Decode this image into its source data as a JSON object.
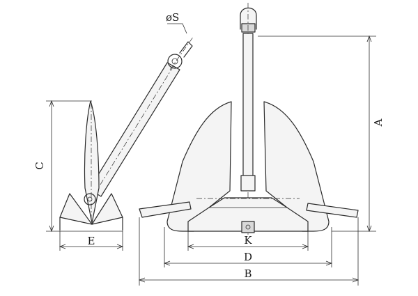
{
  "labels": {
    "s": "øS",
    "a": "A",
    "b": "B",
    "c": "C",
    "d": "D",
    "e": "E",
    "k": "K"
  }
}
